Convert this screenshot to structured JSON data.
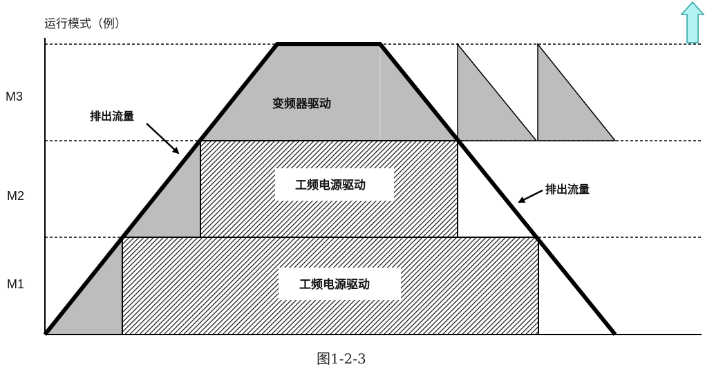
{
  "title": "运行模式（例）",
  "modes": {
    "m3": "M3",
    "m2": "M2",
    "m1": "M1"
  },
  "regions": {
    "inverter_drive": "变频器驱动",
    "mains_drive_m2": "工频电源驱动",
    "mains_drive_m1": "工频电源驱动"
  },
  "callouts": {
    "discharge_flow_left": "排出流量",
    "discharge_flow_right": "排出流量"
  },
  "caption": "图1-2-3",
  "colors": {
    "fill_gray": "#bdbdbd",
    "line": "#000000",
    "up_arrow_fill": "#b5f2f2",
    "up_arrow_stroke": "#27a3a3"
  },
  "icons": {
    "top_right": "up-arrow-icon"
  }
}
